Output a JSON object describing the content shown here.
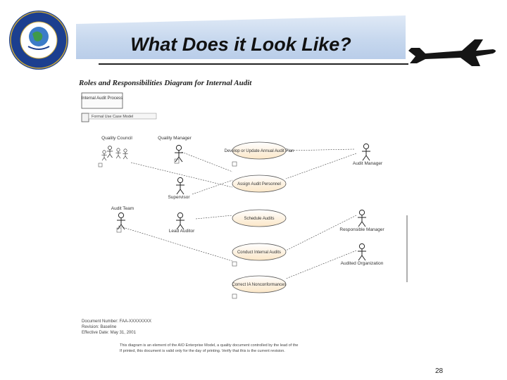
{
  "slide": {
    "title": "What Does it Look Like?",
    "page_number": "28"
  },
  "diagram": {
    "title": "Roles and Responsibilities Diagram for Internal Audit",
    "package_label": "Internal Audit Process",
    "legend_label": "Formal Use Case Model",
    "actors": {
      "quality_council": "Quality Council",
      "quality_manager": "Quality Manager",
      "supervisor": "Supervisor",
      "audit_team": "Audit Team",
      "lead_auditor": "Lead Auditor",
      "audit_manager": "Audit Manager",
      "responsible_manager": "Responsible Manager",
      "audited_organization": "Audited Organization"
    },
    "use_cases": {
      "develop_plan": "Develop or Update Annual Audit Plan",
      "assign_personnel": "Assign Audit Personnel",
      "schedule_audits": "Schedule Audits",
      "conduct_audits": "Conduct Internal Audits",
      "correct_nonconformances": "Correct IA Nonconformances"
    },
    "footer_lines": [
      "Document Number: FAA-XXXXXXXX",
      "Revision: Baseline",
      "Effective Date: May 31, 2001"
    ],
    "notice_lines": [
      "This diagram is an element of the AIO Enterprise Model, a quality document controlled by the lead of the",
      "If printed, this document is valid only for the day of printing. Verify that this is the current revision."
    ]
  }
}
